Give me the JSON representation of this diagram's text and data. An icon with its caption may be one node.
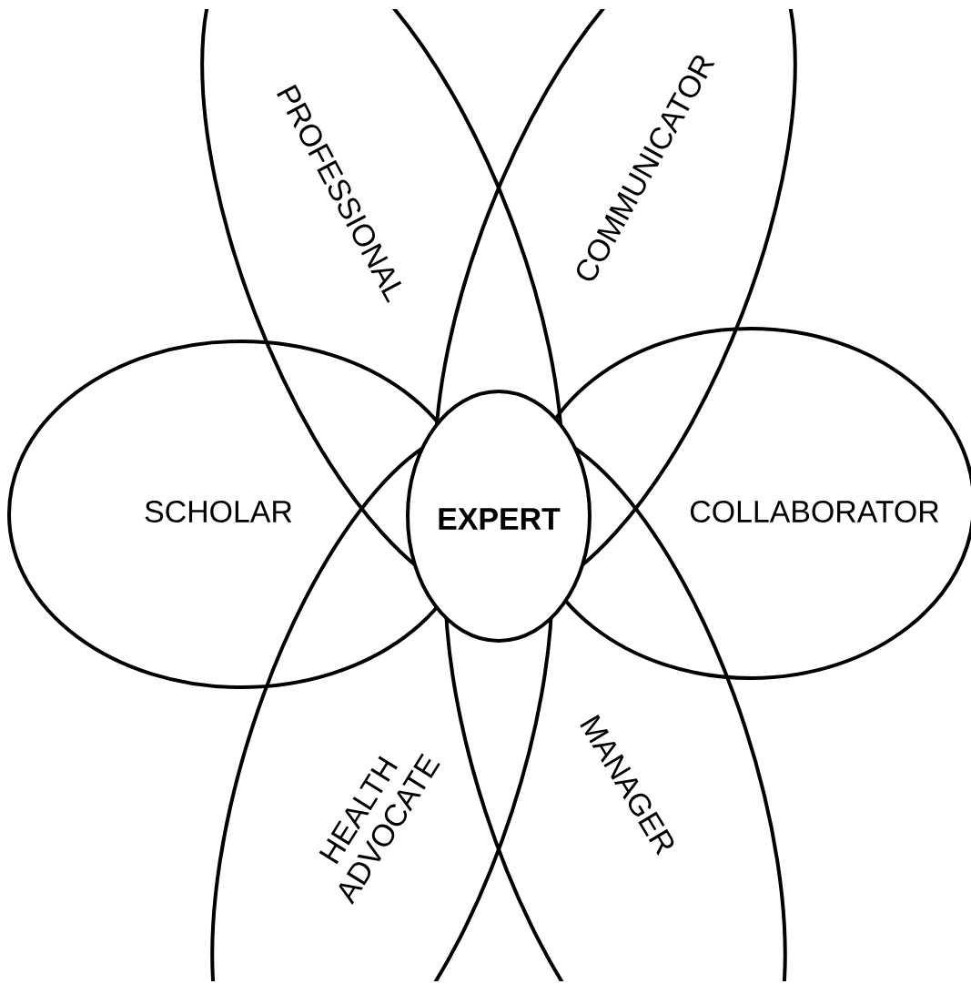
{
  "diagram": {
    "nodes": [
      {
        "text": [
          "PROFESSIONAL"
        ]
      },
      {
        "text": [
          "COMMUNICATOR"
        ]
      },
      {
        "text": [
          "SCHOLAR"
        ]
      },
      {
        "text": [
          "EXPERT"
        ]
      },
      {
        "text": [
          "COLLABORATOR"
        ]
      },
      {
        "text": [
          "HEALTH ADVOCATE"
        ]
      },
      {
        "text": [
          "MANAGER"
        ]
      }
    ]
  }
}
